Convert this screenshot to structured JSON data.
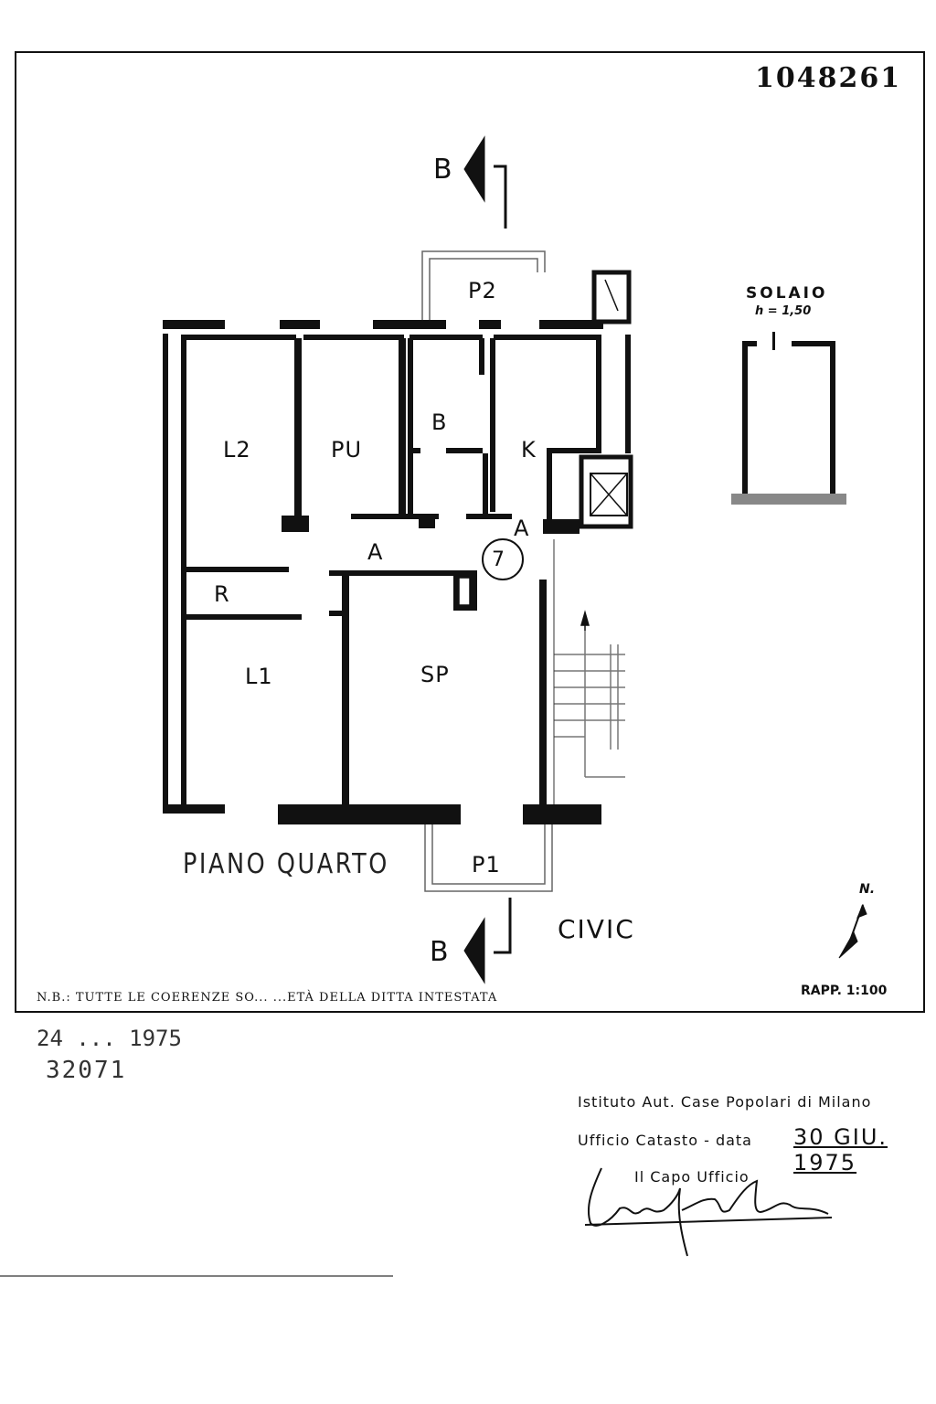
{
  "document": {
    "number": "1048261",
    "floor_label": "PIANO QUARTO",
    "civic_label": "CIVIC",
    "section_marker": "B",
    "apartment_number": "7",
    "note": "N.B.: TUTTE LE COERENZE SO... ...ETÀ DELLA DITTA INTESTATA",
    "scale": "RAPP. 1:100",
    "north_label": "N."
  },
  "rooms": {
    "l2": "L2",
    "pu": "PU",
    "b": "B",
    "k": "K",
    "a1": "A",
    "a2": "A",
    "r": "R",
    "l1": "L1",
    "sp": "SP",
    "p1": "P1",
    "p2": "P2"
  },
  "solaio": {
    "title": "SOLAIO",
    "height": "h = 1,50"
  },
  "stamps": {
    "date_stamp": "24 ... 1975",
    "reg_number": "32071"
  },
  "office": {
    "institute": "Istituto Aut. Case Popolari di Milano",
    "cadastre_prefix": "Ufficio Catasto - data",
    "date": "30 GIU. 1975",
    "head": "Il Capo Ufficio"
  }
}
